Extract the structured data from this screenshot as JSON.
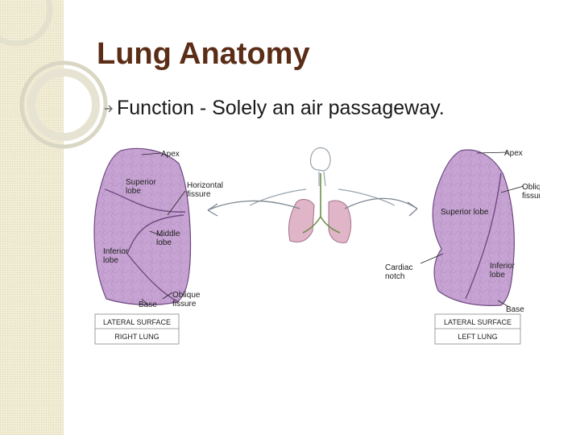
{
  "slide": {
    "title": "Lung Anatomy",
    "bullet": "Function - Solely an air passageway."
  },
  "figure": {
    "right_lung": {
      "labels": {
        "apex": "Apex",
        "superior": "Superior\nlobe",
        "horizontal": "Horizontal\nfissure",
        "middle": "Middle\nlobe",
        "inferior": "Inferior\nlobe",
        "base": "Base",
        "oblique": "Oblique\nfissure"
      },
      "caption_top": "LATERAL SURFACE",
      "caption_bottom": "RIGHT LUNG"
    },
    "left_lung": {
      "labels": {
        "apex": "Apex",
        "oblique": "Oblique\nfissure",
        "superior": "Superior lobe",
        "cardiac": "Cardiac\nnotch",
        "inferior": "Inferior\nlobe",
        "base": "Base"
      },
      "caption_top": "LATERAL SURFACE",
      "caption_bottom": "LEFT LUNG"
    }
  },
  "colors": {
    "title": "#5b2d17",
    "lung_fill": "#c6a3d2",
    "lung_stroke": "#6f4a82",
    "decor_ring": "#d9d6c4"
  },
  "icons": {
    "bullet": "bullet-arrow-icon"
  }
}
